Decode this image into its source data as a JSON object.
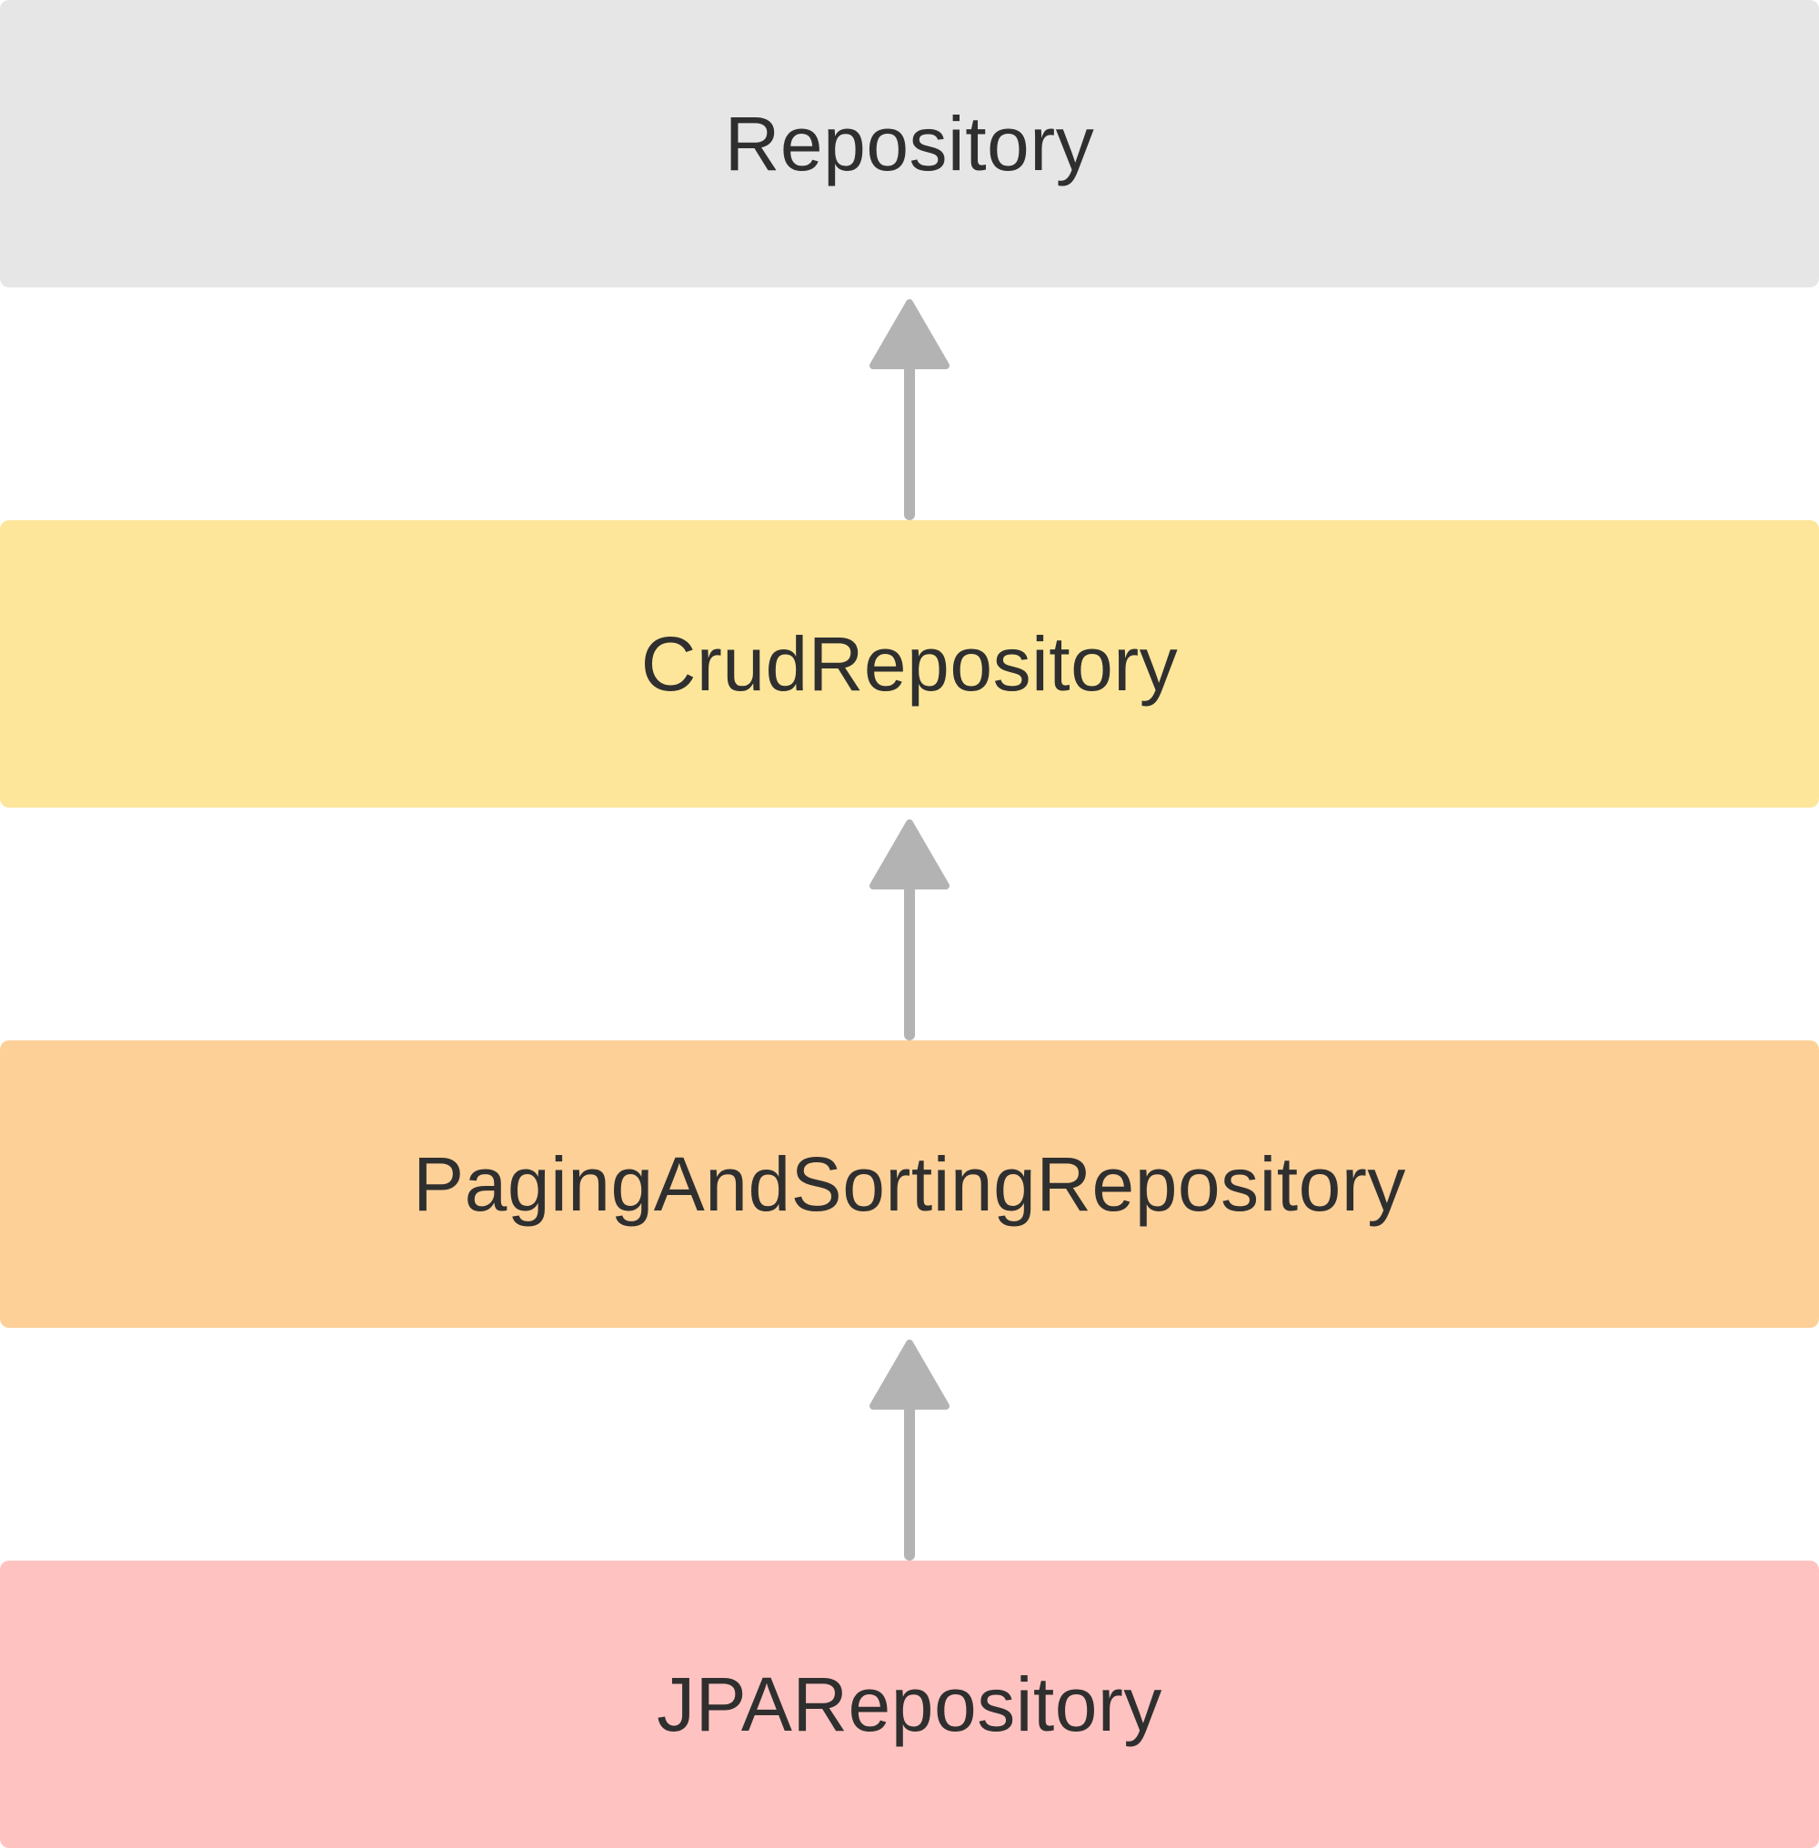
{
  "diagram": {
    "boxes": [
      {
        "label": "Repository",
        "color": "#e6e6e6"
      },
      {
        "label": "CrudRepository",
        "color": "#fde69a"
      },
      {
        "label": "PagingAndSortingRepository",
        "color": "#fdd098"
      },
      {
        "label": "JPARepository",
        "color": "#fec3c0"
      }
    ],
    "arrow_color": "#b3b3b3",
    "arrows": [
      {
        "from": "CrudRepository",
        "to": "Repository"
      },
      {
        "from": "PagingAndSortingRepository",
        "to": "CrudRepository"
      },
      {
        "from": "JPARepository",
        "to": "PagingAndSortingRepository"
      }
    ]
  }
}
